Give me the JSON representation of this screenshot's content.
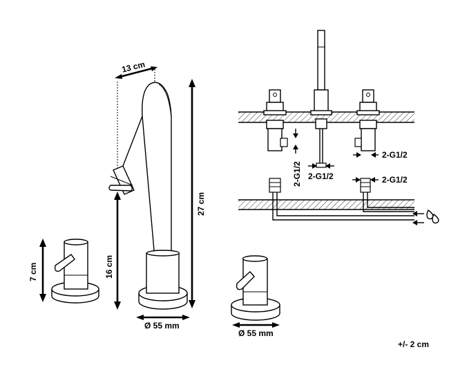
{
  "labels": {
    "spout_width": "13 cm",
    "total_height": "27 cm",
    "spout_height": "16 cm",
    "handle_height": "7 cm",
    "spout_base_diameter": "Ø 55 mm",
    "handle_base_diameter": "Ø 55 mm",
    "connector_left": "2-G1/2",
    "connector_center": "2-G1/2",
    "connector_right_top": "2-G1/2",
    "connector_right_bottom": "2-G1/2",
    "tolerance": "+/- 2 cm"
  },
  "icons": {
    "water": "water-drops-icon"
  }
}
